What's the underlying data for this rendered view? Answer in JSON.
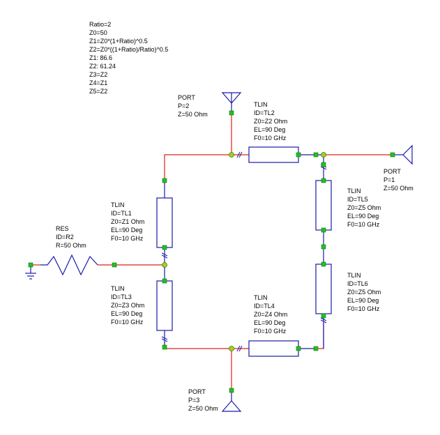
{
  "equations": [
    "Ratio=2",
    "Z0=50",
    "Z1=Z0*(1+Ratio)^0.5",
    "Z2=Z0*((1+Ratio)/Ratio)^0.5",
    "Z1: 86.6",
    "Z2: 61.24",
    "Z3=Z2",
    "Z4=Z1",
    "Z5=Z2"
  ],
  "port2": [
    "PORT",
    "P=2",
    "Z=50 Ohm"
  ],
  "port1": [
    "PORT",
    "P=1",
    "Z=50 Ohm"
  ],
  "port3": [
    "PORT",
    "P=3",
    "Z=50 Ohm"
  ],
  "tl1": [
    "TLIN",
    "ID=TL1",
    "Z0=Z1 Ohm",
    "EL=90 Deg",
    "F0=10 GHz"
  ],
  "tl2": [
    "TLIN",
    "ID=TL2",
    "Z0=Z2 Ohm",
    "EL=90 Deg",
    "F0=10 GHz"
  ],
  "tl3": [
    "TLIN",
    "ID=TL3",
    "Z0=Z3 Ohm",
    "EL=90 Deg",
    "F0=10 GHz"
  ],
  "tl4": [
    "TLIN",
    "ID=TL4",
    "Z0=Z4 Ohm",
    "EL=90 Deg",
    "F0=10 GHz"
  ],
  "tl5": [
    "TLIN",
    "ID=TL5",
    "Z0=Z5 Ohm",
    "EL=90 Deg",
    "F0=10 GHz"
  ],
  "tl6": [
    "TLIN",
    "ID=TL6",
    "Z0=Z5 Ohm",
    "EL=90 Deg",
    "F0=10 GHz"
  ],
  "res": [
    "RES",
    "ID=R2",
    "R=50 Ohm"
  ],
  "colors": {
    "wire": "#e0201c",
    "component": "#1a1aa8",
    "pin": "#22c022",
    "node": "#a0d020"
  }
}
